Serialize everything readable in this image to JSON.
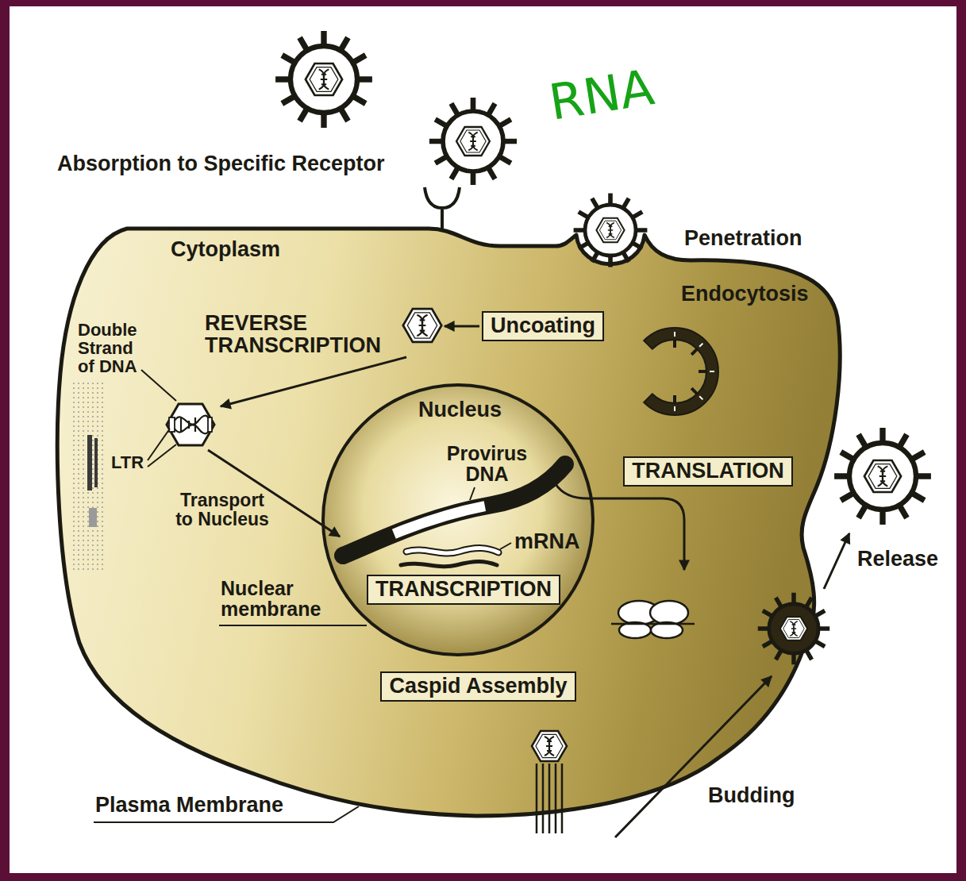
{
  "diagram": {
    "nodes": [
      {
        "text": [
          "Cytoplasm"
        ]
      },
      {
        "text": [
          "Uncoating"
        ],
        "in": 0
      },
      {
        "text": [
          "Nucleus"
        ],
        "in": 0
      },
      {
        "text": [
          "TRANSLATION"
        ],
        "in": 0
      },
      {
        "text": [
          "TRANSCRIPTION"
        ],
        "in": 2
      },
      {
        "text": [
          "Caspid Assembly"
        ],
        "in": 0
      }
    ],
    "labels": [
      "RNA",
      "Absorption to Specific Receptor",
      "Penetration",
      "Endocytosis",
      "REVERSE TRANSCRIPTION",
      "Double Strand of DNA",
      "LTR",
      "Provirus DNA",
      "Transport to Nucleus",
      "mRNA",
      "Release",
      "Nuclear membrane",
      "Plasma Membrane",
      "Budding"
    ]
  }
}
